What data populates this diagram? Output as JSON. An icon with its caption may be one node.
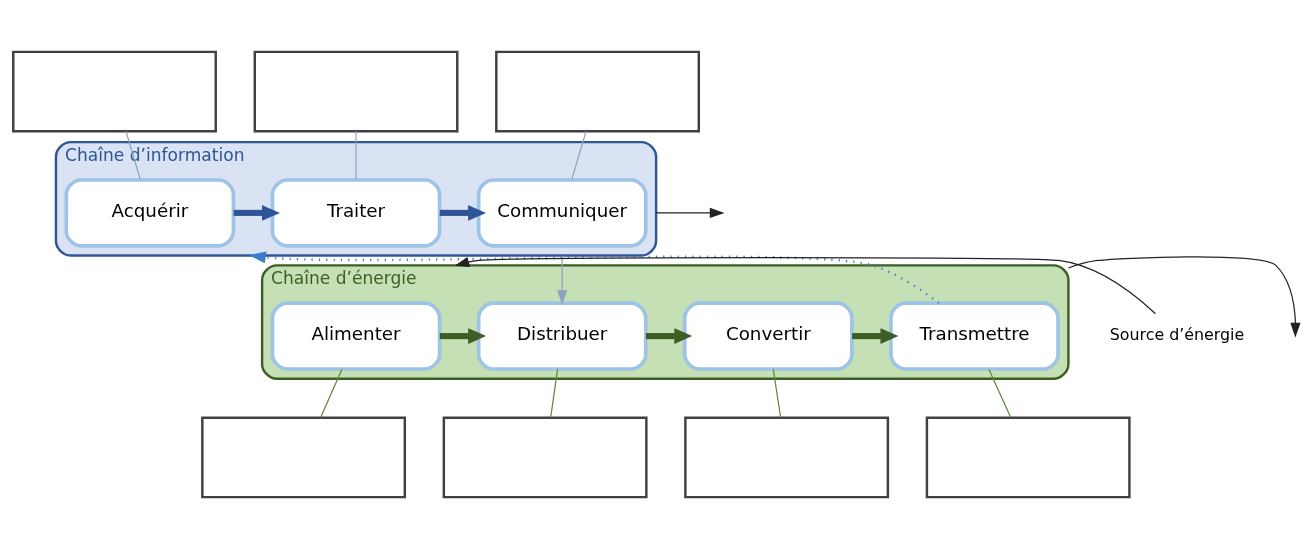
{
  "diagram": {
    "nodes": [
      {
        "text": [
          "Chaîne d’information"
        ]
      },
      {
        "text": [
          "Acquérir"
        ],
        "in": 0
      },
      {
        "text": [
          "Traiter"
        ],
        "in": 0
      },
      {
        "text": [
          "Communiquer"
        ],
        "in": 0
      },
      {
        "text": [
          "Chaîne d’énergie"
        ]
      },
      {
        "text": [
          "Alimenter"
        ],
        "in": 4
      },
      {
        "text": [
          "Distribuer"
        ],
        "in": 4
      },
      {
        "text": [
          "Convertir"
        ],
        "in": 4
      },
      {
        "text": [
          "Transmettre"
        ],
        "in": 4
      },
      {
        "text": [
          "Source d’énergie"
        ]
      },
      {
        "text": [],
        "shape": "box"
      },
      {
        "text": [],
        "shape": "box"
      },
      {
        "text": [],
        "shape": "box"
      },
      {
        "text": [],
        "shape": "box"
      },
      {
        "text": [],
        "shape": "box"
      },
      {
        "text": [],
        "shape": "box"
      },
      {
        "text": [],
        "shape": "box"
      }
    ],
    "edges": [
      {
        "from": 1,
        "to": 2,
        "arrow": "to",
        "style": "thick",
        "color": "#2f5597"
      },
      {
        "from": 2,
        "to": 3,
        "arrow": "to",
        "style": "thick",
        "color": "#2f5597"
      },
      {
        "from": 0,
        "to": null,
        "arrow": "to",
        "color": "#222222"
      },
      {
        "from": 0,
        "to": 6,
        "arrow": "to",
        "color": "#8fa3bf"
      },
      {
        "from": 9,
        "to": 4,
        "arrow": "to",
        "color": "#222222"
      },
      {
        "from": 5,
        "to": 6,
        "arrow": "to",
        "style": "thick",
        "color": "#3d5f26"
      },
      {
        "from": 6,
        "to": 7,
        "arrow": "to",
        "style": "thick",
        "color": "#3d5f26"
      },
      {
        "from": 7,
        "to": 8,
        "arrow": "to",
        "style": "thick",
        "color": "#3d5f26"
      },
      {
        "from": 4,
        "to": null,
        "arrow": "to",
        "color": "#222222"
      },
      {
        "from": 8,
        "to": 0,
        "arrow": "to",
        "style": "dashed",
        "color": "#3a7dc9"
      },
      {
        "from": 10,
        "to": 1,
        "arrow": "none",
        "color": "#8fa3bf"
      },
      {
        "from": 11,
        "to": 2,
        "arrow": "none",
        "color": "#8fa3bf"
      },
      {
        "from": 12,
        "to": 3,
        "arrow": "none",
        "color": "#8fa3bf"
      },
      {
        "from": 5,
        "to": 13,
        "arrow": "none",
        "color": "#5a8a3a"
      },
      {
        "from": 6,
        "to": 14,
        "arrow": "none",
        "color": "#5a8a3a"
      },
      {
        "from": 7,
        "to": 15,
        "arrow": "none",
        "color": "#5a8a3a"
      },
      {
        "from": 8,
        "to": 16,
        "arrow": "none",
        "color": "#5a8a3a"
      }
    ]
  }
}
